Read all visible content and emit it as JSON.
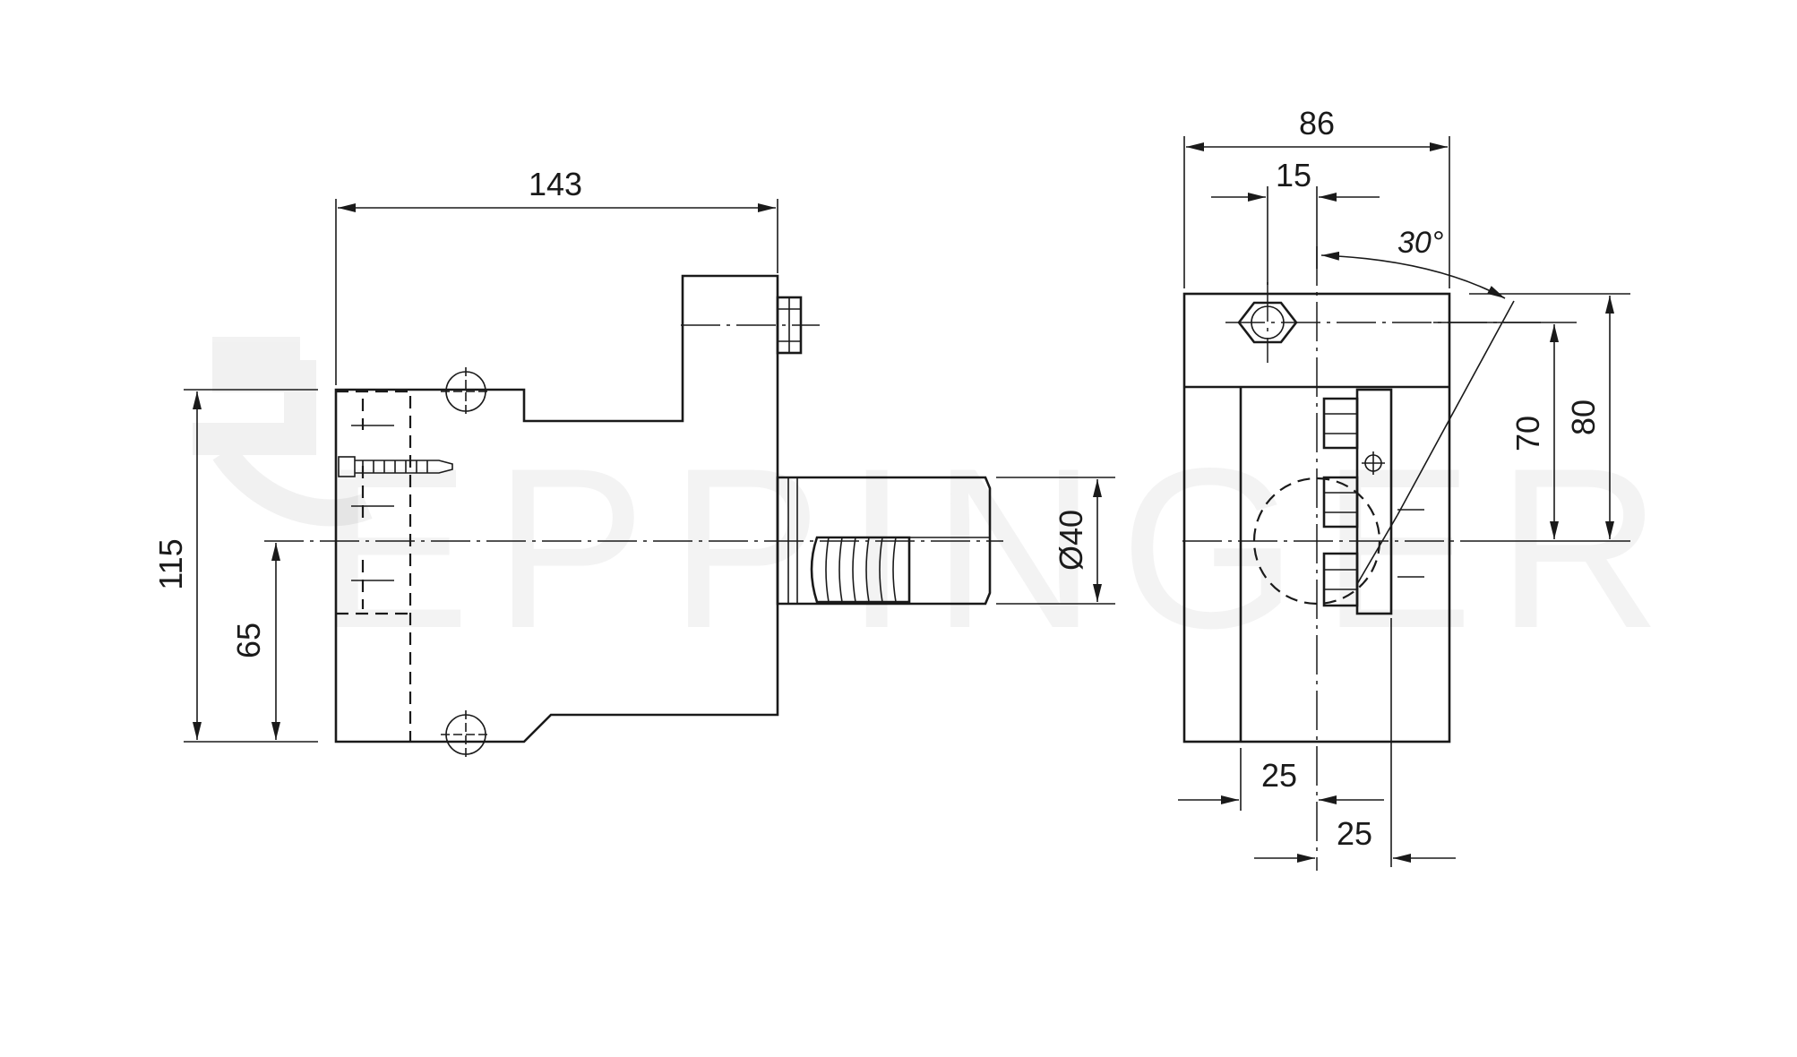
{
  "watermark": {
    "brand": "EPPINGER"
  },
  "side_view": {
    "dim_overall_length": "143",
    "dim_overall_height": "115",
    "dim_axis_height": "65",
    "dim_shank_diameter": "Ø40"
  },
  "front_view": {
    "dim_width": "86",
    "dim_offset_top": "15",
    "dim_angle": "30°",
    "dim_height_70": "70",
    "dim_height_80": "80",
    "dim_bottom_left": "25",
    "dim_bottom_right": "25"
  }
}
